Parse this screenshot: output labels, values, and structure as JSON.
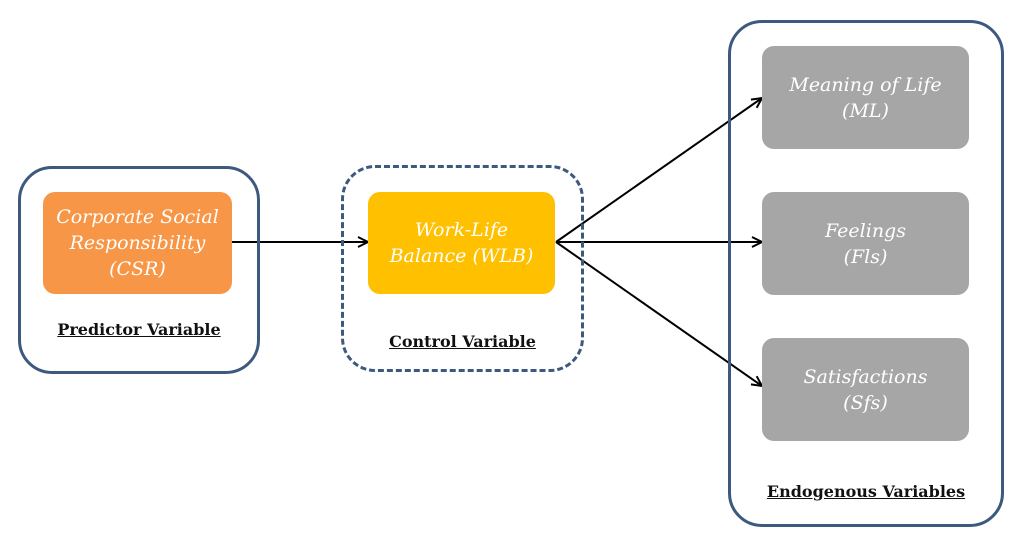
{
  "colors": {
    "frame": "#3d5a7e",
    "csr_fill": "#f79646",
    "wlb_fill": "#ffc000",
    "outcome_fill": "#a6a6a6",
    "arrow": "#000000"
  },
  "predictor": {
    "node_lines": [
      "Corporate Social",
      "Responsibility",
      "(CSR)"
    ],
    "caption": "Predictor Variable"
  },
  "control": {
    "node_lines": [
      "Work-Life",
      "Balance (WLB)"
    ],
    "caption": "Control Variable"
  },
  "endogenous": {
    "caption": "Endogenous Variables",
    "nodes": [
      {
        "lines": [
          "Meaning of Life",
          "(ML)"
        ]
      },
      {
        "lines": [
          "Feelings",
          "(Fls)"
        ]
      },
      {
        "lines": [
          "Satisfactions",
          "(Sfs)"
        ]
      }
    ]
  }
}
